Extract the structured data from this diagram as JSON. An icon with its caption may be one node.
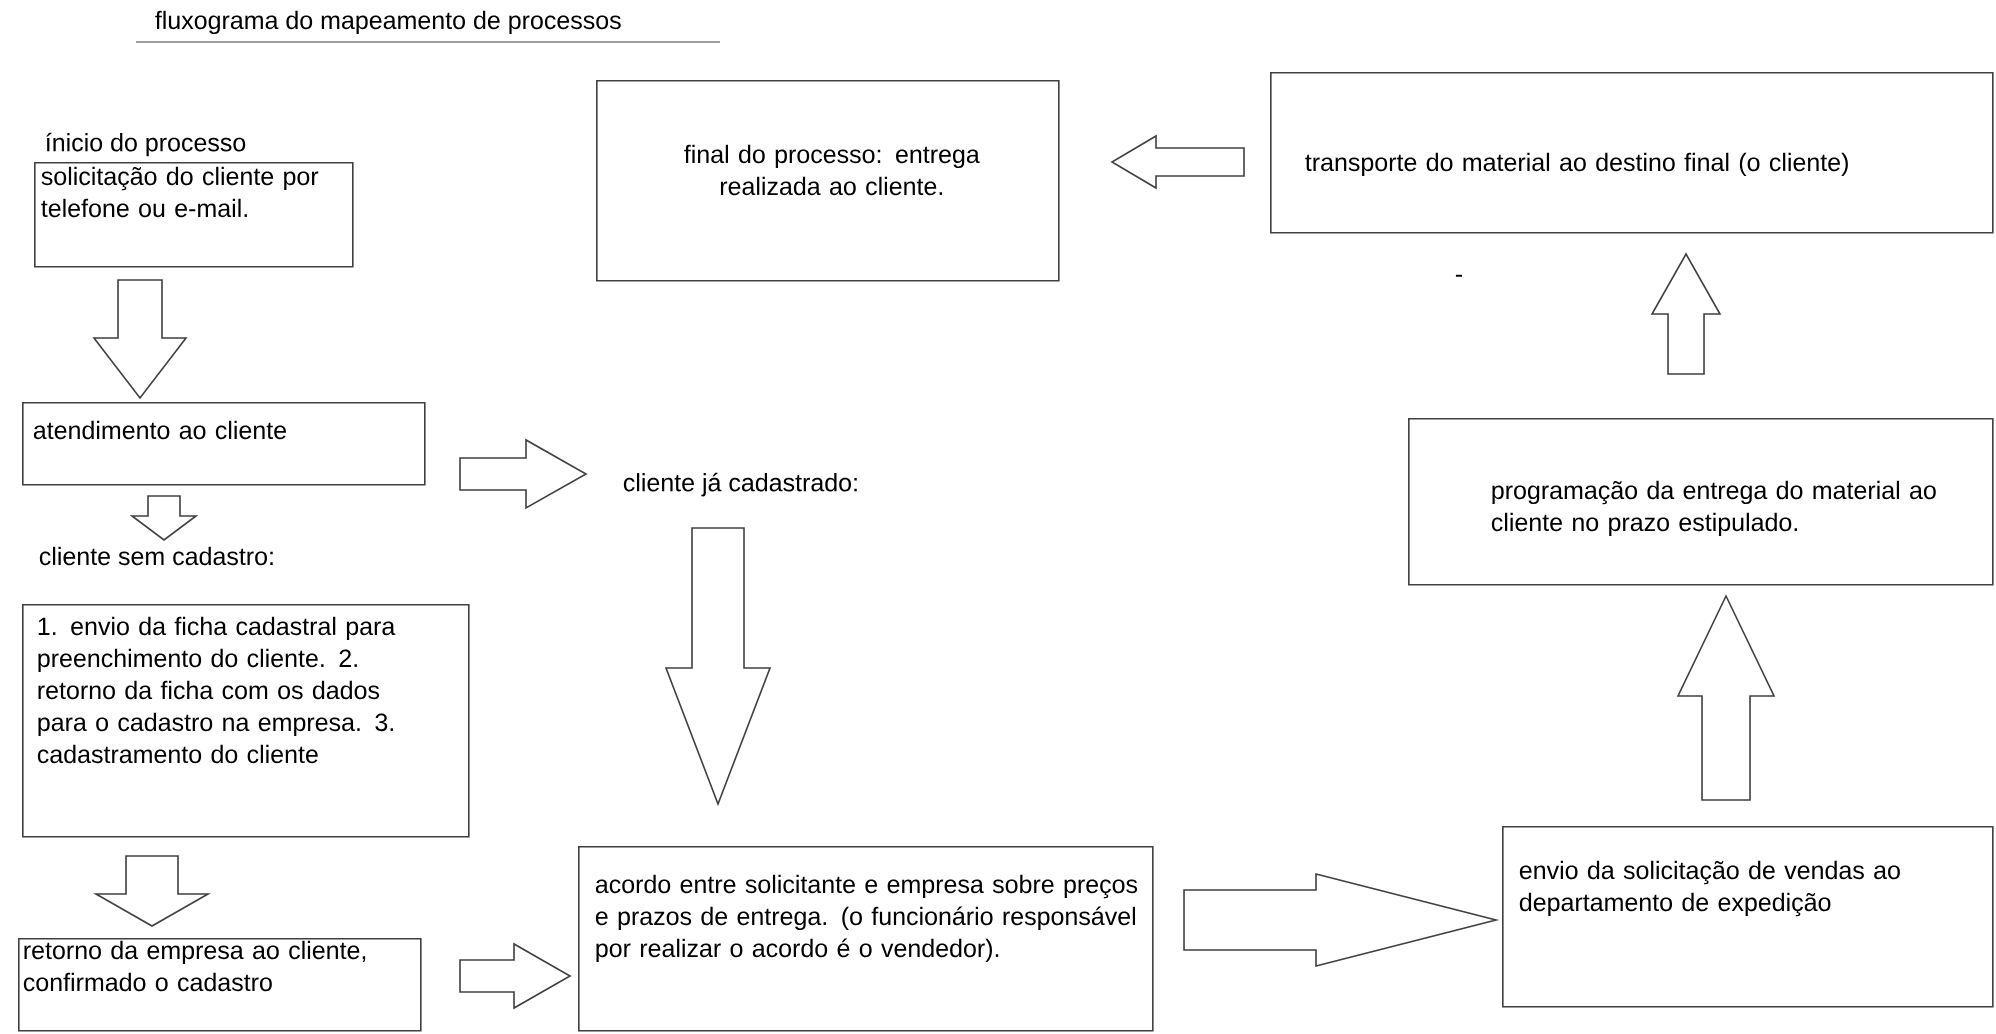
{
  "diagram": {
    "title": "fluxograma do mapeamento de processos",
    "nodes": [
      {
        "text": [
          "ínicio do processo",
          "solicitação do cliente por telefone ou e-mail."
        ]
      },
      {
        "text": [
          "atendimento ao cliente"
        ]
      },
      {
        "text": [
          "cliente já cadastrado:"
        ]
      },
      {
        "text": [
          "cliente sem cadastro:"
        ]
      },
      {
        "text": [
          "1. envio da ficha cadastral para preenchimento do cliente. 2. retorno da ficha com os dados para o cadastro na empresa. 3. cadastramento do cliente"
        ]
      },
      {
        "text": [
          "retorno da empresa ao cliente, confirmado o cadastro"
        ]
      },
      {
        "text": [
          "acordo entre solicitante e empresa sobre preços e prazos de entrega. (o funcionário responsável por realizar o acordo é o vendedor)."
        ]
      },
      {
        "text": [
          "envio da solicitação de vendas ao departamento de expedição"
        ]
      },
      {
        "text": [
          "programação da entrega do material ao cliente no prazo estipulado."
        ]
      },
      {
        "text": [
          "transporte do material ao destino final (o cliente)"
        ]
      },
      {
        "text": [
          "final do processo: entrega realizada ao cliente."
        ]
      }
    ],
    "edges": [
      {
        "from": 0,
        "to": 1,
        "arrow": "to"
      },
      {
        "from": 1,
        "to": 2,
        "arrow": "to"
      },
      {
        "from": 1,
        "to": 3,
        "arrow": "to"
      },
      {
        "from": 2,
        "to": 6,
        "arrow": "to"
      },
      {
        "from": 4,
        "to": 5,
        "arrow": "to"
      },
      {
        "from": 5,
        "to": 6,
        "arrow": "to"
      },
      {
        "from": 6,
        "to": 7,
        "arrow": "to"
      },
      {
        "from": 7,
        "to": 8,
        "arrow": "to"
      },
      {
        "from": 8,
        "to": 9,
        "arrow": "to"
      },
      {
        "from": 9,
        "to": 10,
        "arrow": "to"
      }
    ],
    "labels": [
      "-"
    ]
  }
}
